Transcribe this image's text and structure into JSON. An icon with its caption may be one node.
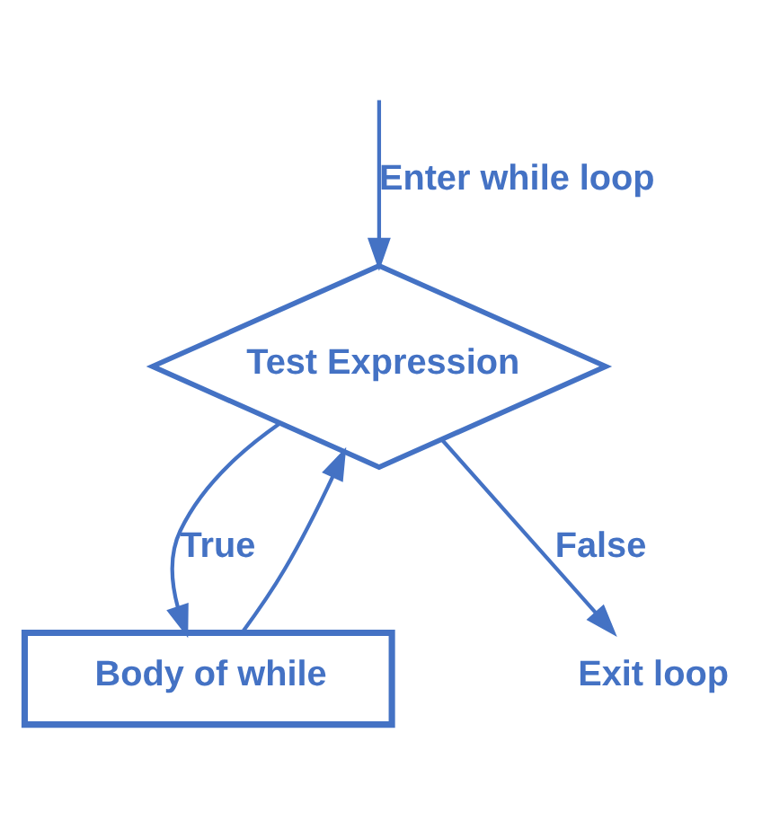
{
  "diagram": {
    "nodes": [
      {
        "text": [
          "Test Expression"
        ]
      },
      {
        "text": [
          "Body of while"
        ]
      },
      {
        "text": [
          "Exit loop"
        ]
      }
    ],
    "edges": [
      {
        "from": null,
        "to": 0,
        "arrow": "to",
        "label": "Enter while loop"
      },
      {
        "from": 0,
        "to": 1,
        "arrow": "to",
        "label": "True"
      },
      {
        "from": 1,
        "to": 0,
        "arrow": "to"
      },
      {
        "from": 0,
        "to": 2,
        "arrow": "to",
        "label": "False"
      }
    ]
  }
}
